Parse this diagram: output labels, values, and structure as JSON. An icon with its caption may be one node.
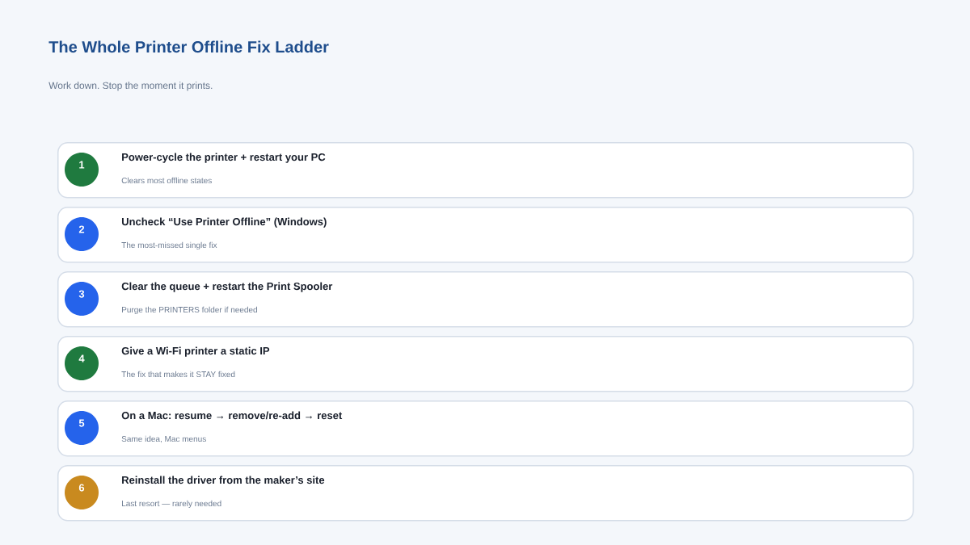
{
  "diagram": {
    "title": "The Whole Printer Offline Fix Ladder",
    "nodes": [
      {
        "text": [
          "Power-cycle the printer + restart your PC",
          "Clears most offline states"
        ]
      },
      {
        "text": [
          "1"
        ],
        "in": 0
      },
      {
        "text": [
          "Uncheck “Use Printer Offline” (Windows)",
          "The most-missed single fix"
        ]
      },
      {
        "text": [
          "2"
        ],
        "in": 2
      },
      {
        "text": [
          "Clear the queue + restart the Print Spooler",
          "Purge the PRINTERS folder if needed"
        ]
      },
      {
        "text": [
          "3"
        ],
        "in": 4
      },
      {
        "text": [
          "Give a Wi-Fi printer a static IP",
          "The fix that makes it STAY fixed"
        ]
      },
      {
        "text": [
          "4"
        ],
        "in": 6
      },
      {
        "text": [
          "On a Mac: resume → remove/re-add → reset",
          "Same idea, Mac menus"
        ]
      },
      {
        "text": [
          "5"
        ],
        "in": 8
      },
      {
        "text": [
          "Reinstall the driver from the maker’s site",
          "Last resort — rarely needed"
        ]
      },
      {
        "text": [
          "6"
        ],
        "in": 10
      }
    ],
    "labels": [
      "Work down. Stop the moment it prints."
    ]
  }
}
